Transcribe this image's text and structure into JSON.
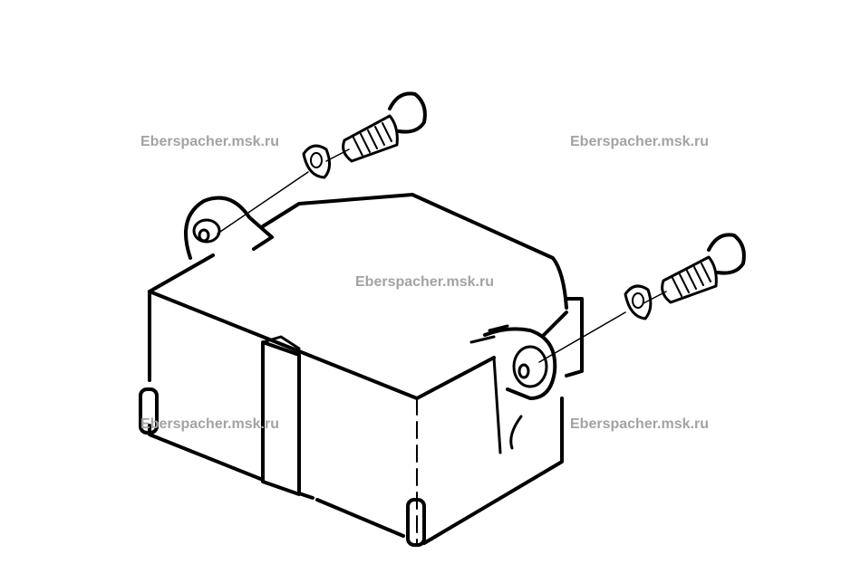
{
  "diagram": {
    "description_parts": [
      "control-unit-box",
      "mounting-bolt-left",
      "mounting-bolt-right",
      "washer-left",
      "washer-right"
    ]
  },
  "watermarks": [
    "Eberspacher.msk.ru",
    "Eberspacher.msk.ru",
    "Eberspacher.msk.ru",
    "Eberspacher.msk.ru",
    "Eberspacher.msk.ru"
  ],
  "colors": {
    "line": "#000000",
    "watermark": "#a3a3a3",
    "background": "#ffffff"
  }
}
